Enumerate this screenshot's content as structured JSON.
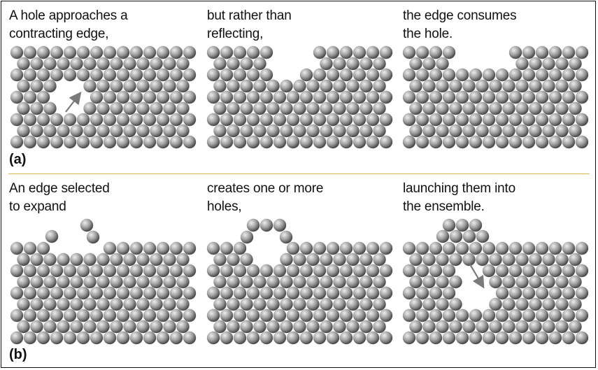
{
  "panel_a": {
    "label": "(a)",
    "captions": [
      "A hole approaches a\ncontracting edge,",
      "but rather than\nreflecting,",
      "the edge consumes\nthe hole."
    ]
  },
  "panel_b": {
    "label": "(b)",
    "captions": [
      "An edge selected\nto expand",
      "creates one or more\nholes,",
      "launching them into\nthe ensemble."
    ]
  },
  "colors": {
    "sphere_light": "#ededed",
    "sphere_mid": "#9a9a9a",
    "sphere_dark": "#3c3c3c",
    "divider": "#d8b84a",
    "arrow": "#7a7a7a"
  }
}
